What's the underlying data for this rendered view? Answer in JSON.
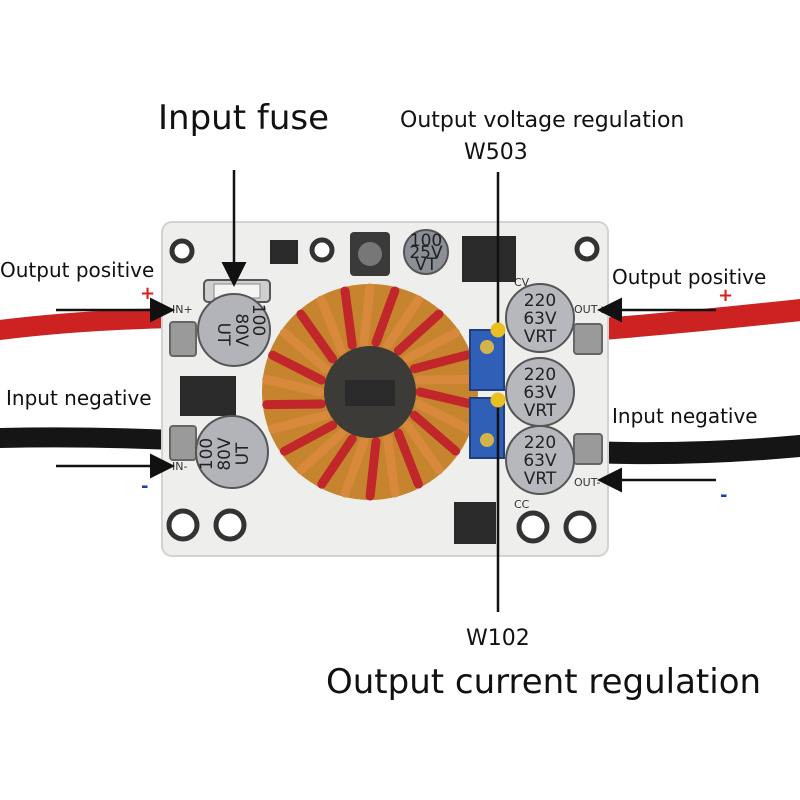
{
  "labels": {
    "input_fuse": "Input fuse",
    "output_voltage_regulation": "Output voltage regulation",
    "w503": "W503",
    "output_positive_left": "Output positive",
    "output_positive_right": "Output positive",
    "input_negative_left": "Input negative",
    "input_negative_right": "Input negative",
    "w102": "W102",
    "output_current_regulation": "Output current regulation",
    "plus_left": "+",
    "plus_right": "+",
    "minus_left": "-",
    "minus_right": "-"
  },
  "board_marks": {
    "in_plus": "IN+",
    "in_minus": "IN-",
    "out_plus": "OUT+",
    "out_minus": "OUT-",
    "cv": "CV",
    "cc": "CC",
    "cap_left_top": [
      "100",
      "80V",
      "UT"
    ],
    "cap_left_bottom": [
      "100",
      "80V",
      "UT"
    ],
    "cap_right": [
      "220",
      "63V",
      "VRT"
    ],
    "small_cap": [
      "100",
      "25V",
      "VT"
    ]
  },
  "colors": {
    "wire_red": "#d42a2a",
    "wire_black": "#151515",
    "board": "#eeeeec",
    "copper": "#d8893c",
    "enamel_red": "#c0262a",
    "trimpot": "#2f5fb7",
    "sign_plus": "#e01b1b",
    "sign_minus": "#1b3fb0"
  }
}
